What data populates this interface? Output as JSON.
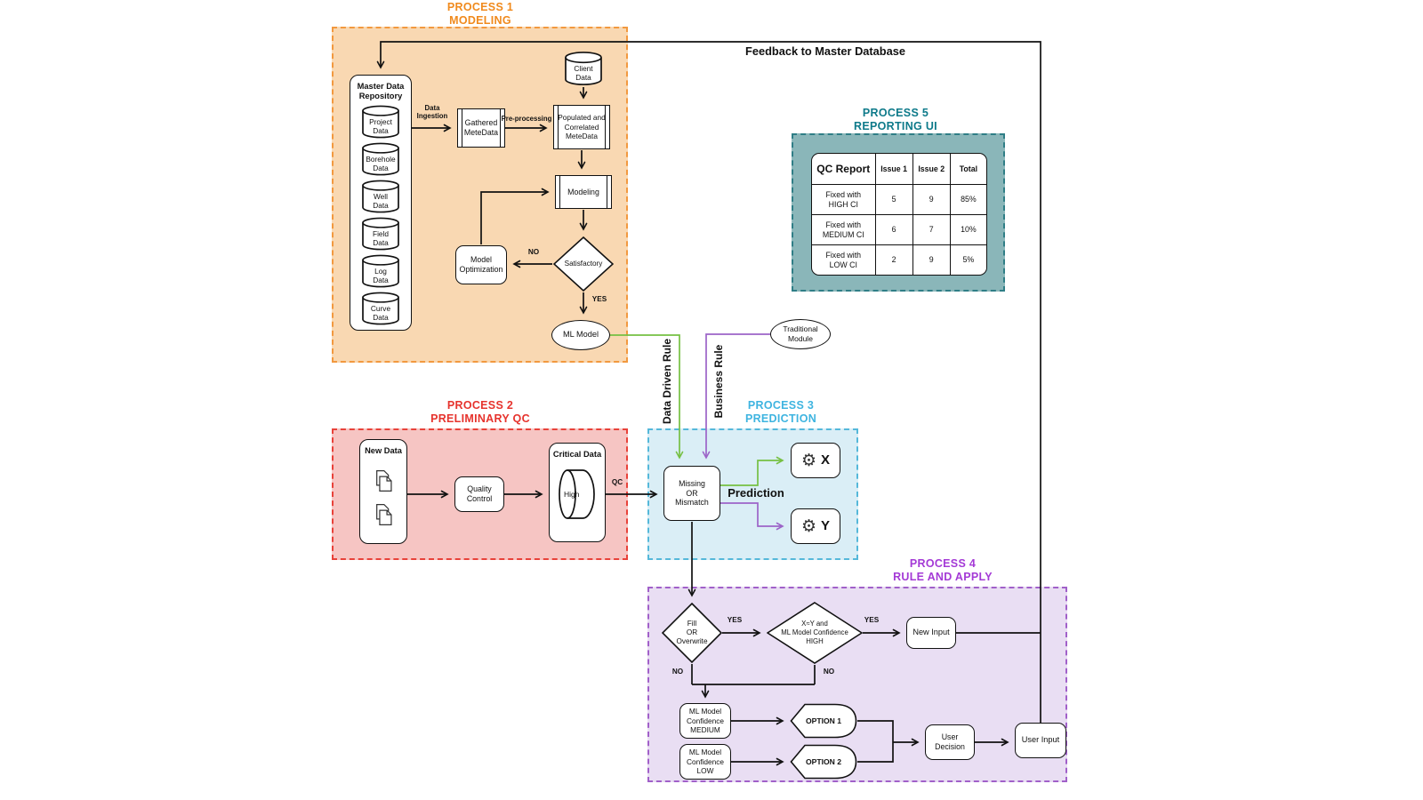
{
  "colors": {
    "p1_fill": "#f9d8b2",
    "p1_border": "#f2993f",
    "p1_title": "#f08a1d",
    "p2_fill": "#f6c5c3",
    "p2_border": "#e8423a",
    "p2_title": "#e6332d",
    "p3_fill": "#daeef6",
    "p3_border": "#55b8da",
    "p3_title": "#3eb4e0",
    "p4_fill": "#e9def3",
    "p4_border": "#a160c9",
    "p4_title": "#a43ad6",
    "p5_fill": "#8ab6b9",
    "p5_border": "#2f7e86",
    "p5_title": "#0e7a8a",
    "green_arrow": "#76c043",
    "purple_arrow": "#9c64c8",
    "line": "#111111"
  },
  "feedback_label": "Feedback to Master Database",
  "edge_labels": {
    "data_ingestion": "Data\nIngestion",
    "preprocessing": "Pre-processing",
    "qc": "QC",
    "yes": "YES",
    "no": "NO",
    "data_driven_rule": "Data Driven Rule",
    "business_rule": "Business Rule",
    "prediction": "Prediction"
  },
  "process1": {
    "title": "PROCESS 1\nMODELING",
    "repository": {
      "title": "Master Data\nRepository",
      "cylinders": [
        "Project\nData",
        "Borehole\nData",
        "Well\nData",
        "Field\nData",
        "Log\nData",
        "Curve\nData"
      ]
    },
    "client_data": "Client\nData",
    "gathered": "Gathered\nMeteData",
    "populated": "Populated and\nCorrelated\nMeteData",
    "modeling": "Modeling",
    "model_optimization": "Model\nOptimization",
    "satisfactory": "Satisfactory",
    "ml_model": "ML Model"
  },
  "process2": {
    "title": "PROCESS 2\nPRELIMINARY QC",
    "new_data": "New Data",
    "quality_control": "Quality\nControl",
    "critical_data": "Critical Data",
    "high": "High"
  },
  "process3": {
    "title": "PROCESS 3\nPREDICTION",
    "missing": "Missing\nOR\nMismatch",
    "x": "X",
    "y": "Y"
  },
  "traditional_module": "Traditional\nModule",
  "process4": {
    "title": "PROCESS 4\nRULE AND APPLY",
    "fill_overwrite": "Fill\nOR\nOverwrite",
    "condition": "X≈Y and\nML Model Confidence\nHIGH",
    "new_input": "New Input",
    "conf_medium": "ML Model\nConfidence\nMEDIUM",
    "conf_low": "ML Model\nConfidence\nLOW",
    "option1": "OPTION 1",
    "option2": "OPTION 2",
    "user_decision": "User\nDecision",
    "user_input": "User Input"
  },
  "process5": {
    "title": "PROCESS 5\nREPORTING UI",
    "table": {
      "headers": [
        "QC Report",
        "Issue 1",
        "Issue 2",
        "Total"
      ],
      "rows": [
        {
          "label": "Fixed with\nHIGH CI",
          "issue1": "5",
          "issue2": "9",
          "total": "85%"
        },
        {
          "label": "Fixed with\nMEDIUM CI",
          "issue1": "6",
          "issue2": "7",
          "total": "10%"
        },
        {
          "label": "Fixed with\nLOW CI",
          "issue1": "2",
          "issue2": "9",
          "total": "5%"
        }
      ]
    }
  }
}
